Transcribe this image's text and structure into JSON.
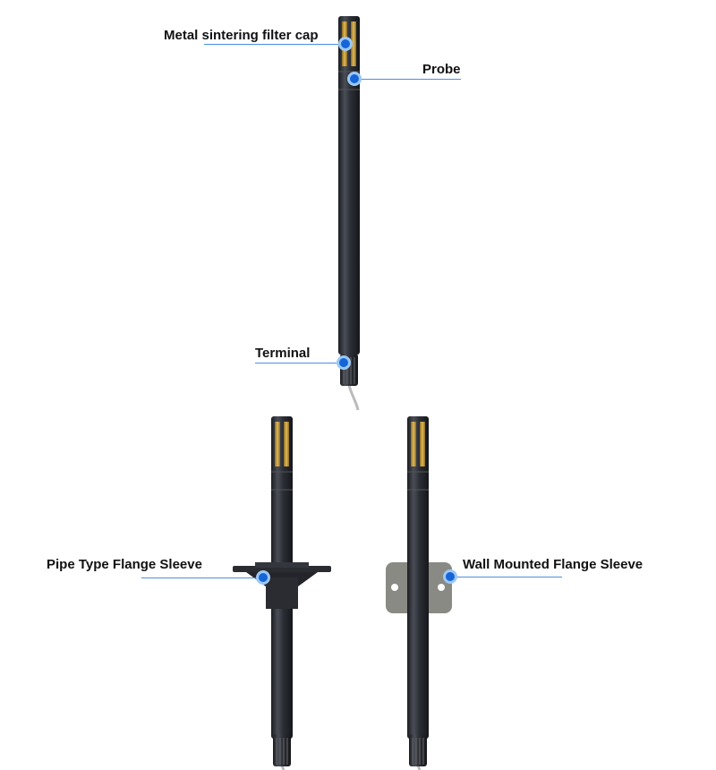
{
  "labels": {
    "filter_cap": "Metal sintering filter cap",
    "probe": "Probe",
    "terminal": "Terminal",
    "pipe_flange": "Pipe Type Flange Sleeve",
    "wall_flange": "Wall Mounted Flange Sleeve"
  },
  "colors": {
    "callout_line": "#4a90e2",
    "callout_dot": "#1565d8",
    "probe_body": "#2e3138",
    "filter": "#c9a24a",
    "wall_bracket": "#8a8a84"
  }
}
